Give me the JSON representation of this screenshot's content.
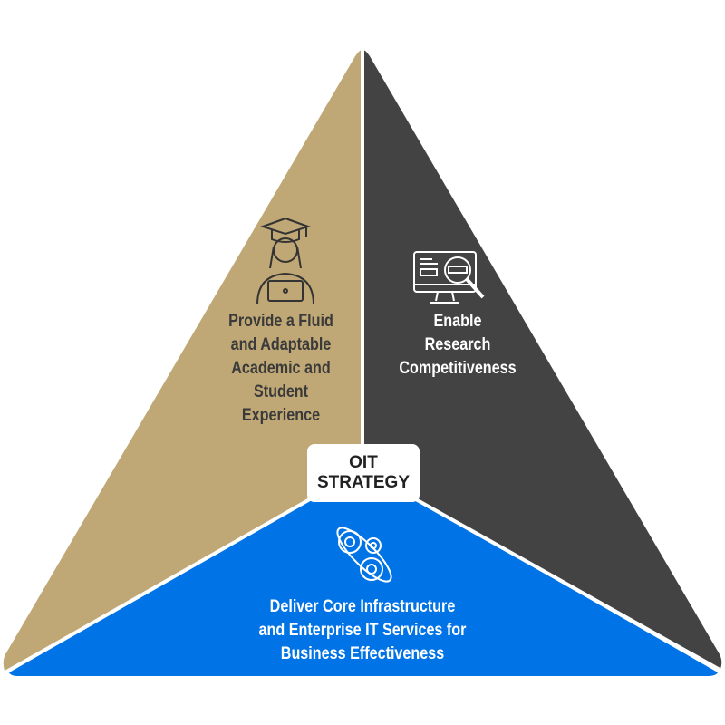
{
  "center": {
    "line1": "OIT",
    "line2": "STRATEGY"
  },
  "segments": [
    {
      "lines": [
        "Provide a Fluid",
        "and Adaptable",
        "Academic and",
        "Student",
        "Experience"
      ],
      "icon": "graduate-laptop-icon",
      "color": "#BFA875"
    },
    {
      "lines": [
        "Enable",
        "Research",
        "Competitiveness"
      ],
      "icon": "monitor-magnifier-icon",
      "color": "#434343"
    },
    {
      "lines": [
        "Deliver Core Infrastructure",
        "and Enterprise IT Services for",
        "Business Effectiveness"
      ],
      "icon": "gears-rocket-icon",
      "color": "#0073E6"
    }
  ]
}
